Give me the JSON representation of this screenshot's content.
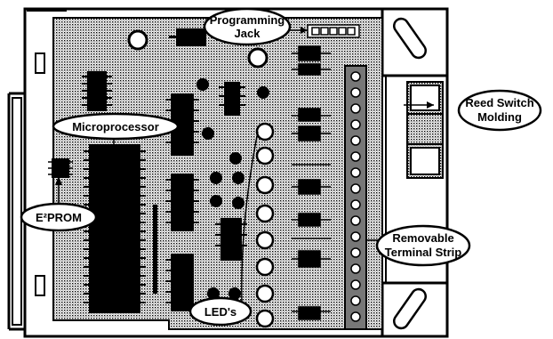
{
  "callouts": {
    "programming_jack_line1": "Programming",
    "programming_jack_line2": "Jack",
    "microprocessor": "Microprocessor",
    "eeprom": "E²PROM",
    "leds": "LED's",
    "reed_switch_line1": "Reed Switch",
    "reed_switch_line2": "Molding",
    "terminal_strip_line1": "Removable",
    "terminal_strip_line2": "Terminal Strip"
  },
  "colors": {
    "ink": "#000000",
    "board_fill": "#d9d9d9",
    "paper": "#ffffff"
  }
}
